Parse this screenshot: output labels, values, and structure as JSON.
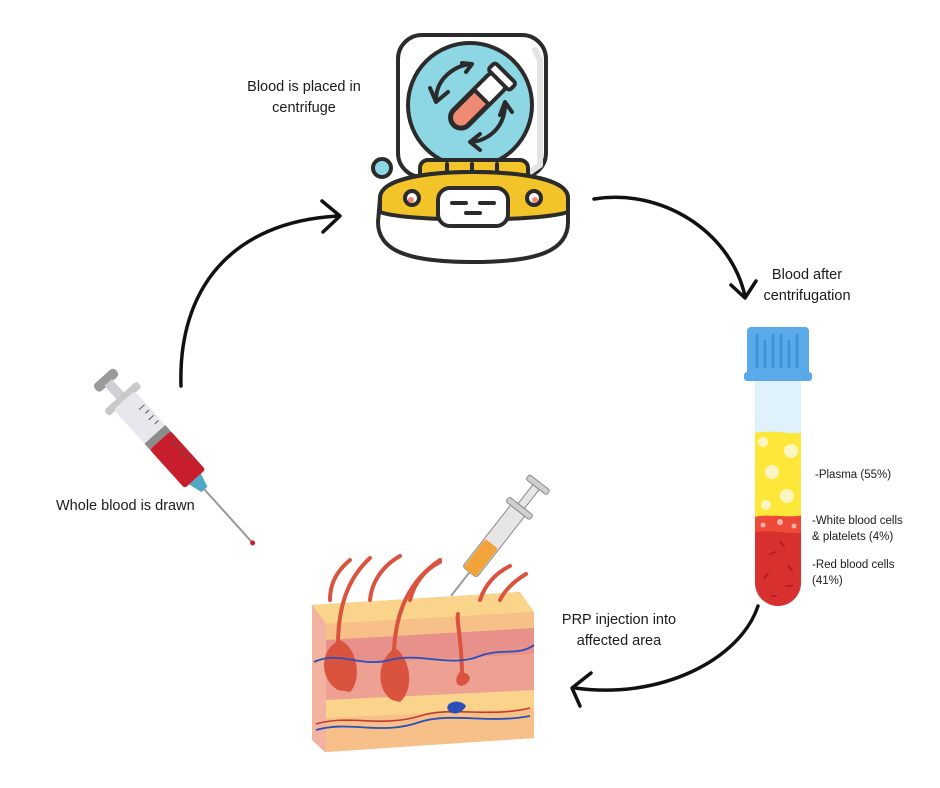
{
  "title": "PRP (Platelet-Rich Plasma) therapy process",
  "steps": [
    {
      "id": "draw",
      "label_lines": [
        "Whole blood is drawn"
      ],
      "icon": "syringe-blood-icon"
    },
    {
      "id": "centrifuge",
      "label_lines": [
        "Blood is placed in",
        "centrifuge"
      ],
      "icon": "centrifuge-icon"
    },
    {
      "id": "separated",
      "label_lines": [
        "Blood after",
        "centrifugation"
      ],
      "icon": "test-tube-icon"
    },
    {
      "id": "inject",
      "label_lines": [
        "PRP injection into",
        "affected area"
      ],
      "icon": "skin-injection-icon"
    }
  ],
  "tube_layers": [
    {
      "name": "plasma",
      "label_lines": [
        "-Plasma (55%)"
      ],
      "percent": 55,
      "color": "#fde83a"
    },
    {
      "name": "buffy-coat",
      "label_lines": [
        "-White blood cells",
        "& platelets (4%)"
      ],
      "percent": 4,
      "color": "#ee4a3a"
    },
    {
      "name": "red-cells",
      "label_lines": [
        "-Red blood cells",
        "(41%)"
      ],
      "percent": 41,
      "color": "#d8302f"
    }
  ],
  "colors": {
    "arrow": "#111111",
    "centrifuge_yellow": "#f3c32a",
    "centrifuge_glass": "#8dd6e4",
    "tube_cap": "#5aa9e8",
    "tube_empty": "#dff1fb",
    "syringe_blood": "#c81e2c",
    "skin_top": "#f9d48a",
    "skin_dermis": "#eea192",
    "hair": "#d9533e"
  }
}
